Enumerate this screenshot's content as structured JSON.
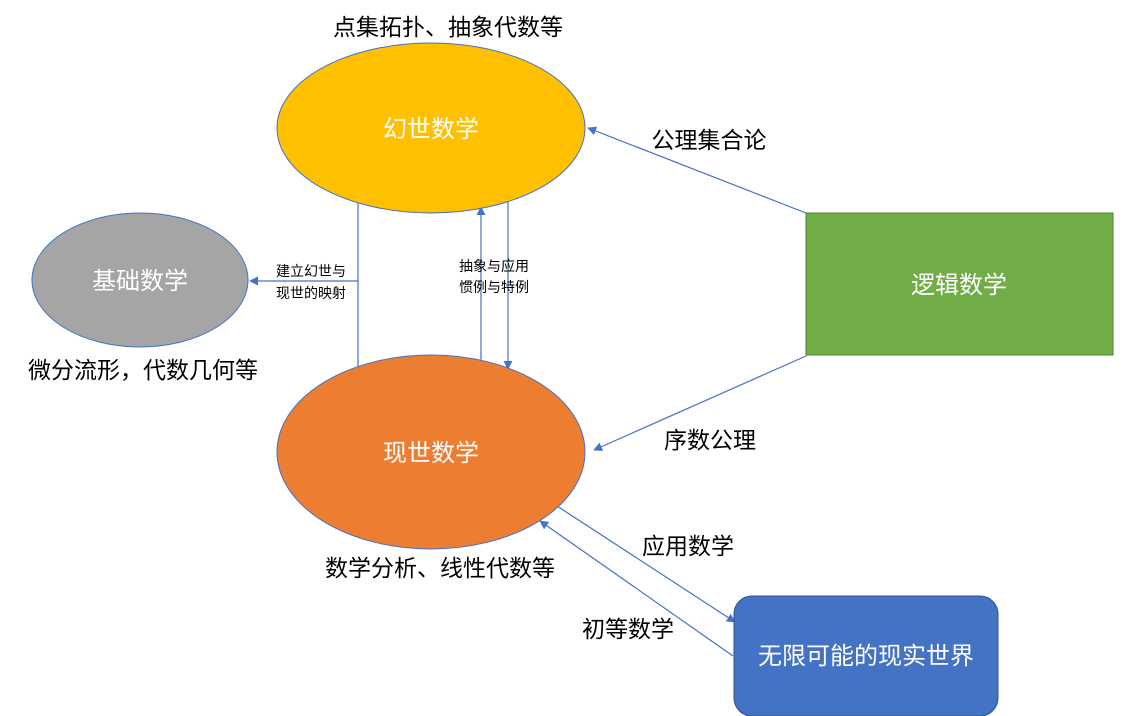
{
  "nodes": {
    "fantasy_math": {
      "label": "幻世数学",
      "color": "#FFC000"
    },
    "real_math": {
      "label": "现世数学",
      "color": "#ED7D31"
    },
    "foundation_math": {
      "label": "基础数学",
      "color": "#A5A5A5"
    },
    "logic_math": {
      "label": "逻辑数学",
      "color": "#70AD47"
    },
    "real_world": {
      "label": "无限可能的现实世界",
      "color": "#4472C4"
    }
  },
  "annotations": {
    "fantasy_examples": "点集拓扑、抽象代数等",
    "foundation_examples": "微分流形，代数几何等",
    "real_examples": "数学分析、线性代数等"
  },
  "edge_labels": {
    "axiomatic_set_theory": "公理集合论",
    "ordinal_axioms": "序数公理",
    "applied_math": "应用数学",
    "elementary_math": "初等数学",
    "mapping_line1": "建立幻世与",
    "mapping_line2": "现世的映射",
    "abstraction_line1": "抽象与应用",
    "abstraction_line2": "惯例与特例"
  },
  "colors": {
    "edge": "#4472C4",
    "node_text": "#FFFFFF",
    "label_text": "#000000"
  }
}
